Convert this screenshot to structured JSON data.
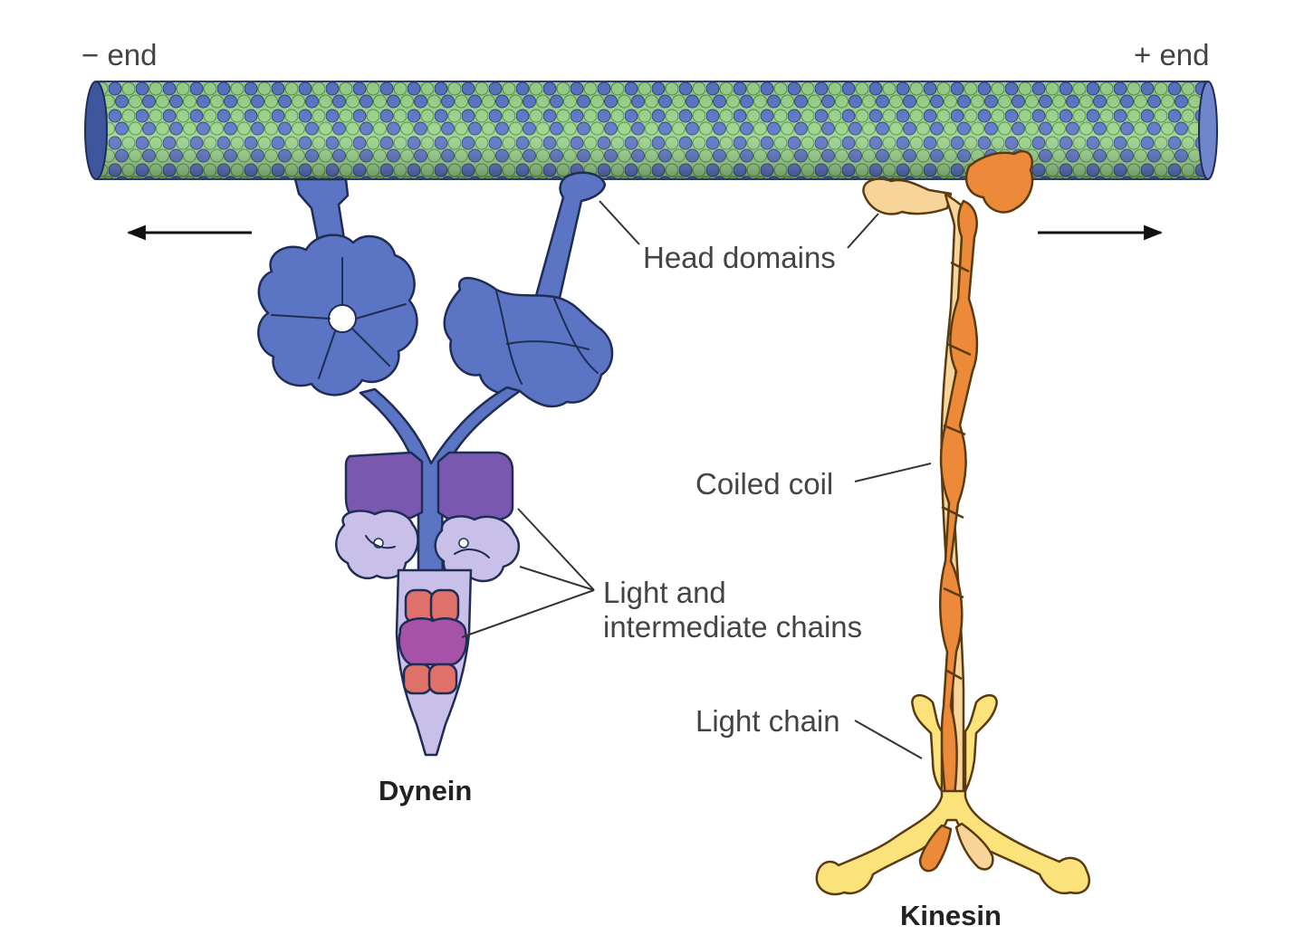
{
  "labels": {
    "minus_end": "− end",
    "plus_end": "+ end",
    "head_domains": "Head domains",
    "coiled_coil": "Coiled coil",
    "light_and": "Light and",
    "intermediate_chains": "intermediate chains",
    "light_chain": "Light chain",
    "dynein": "Dynein",
    "kinesin": "Kinesin"
  },
  "colors": {
    "tubulin_green": "#9ad38a",
    "tubulin_blue": "#5b74c4",
    "dynein_blue": "#5b74c4",
    "dynein_purple": "#7b58b0",
    "dynein_lavender": "#c9c0ea",
    "dynein_red": "#e0706a",
    "dynein_magenta": "#a552a8",
    "kinesin_orange": "#ec8a3a",
    "kinesin_cream": "#f7d59a",
    "kinesin_yellow": "#fbe27a"
  }
}
